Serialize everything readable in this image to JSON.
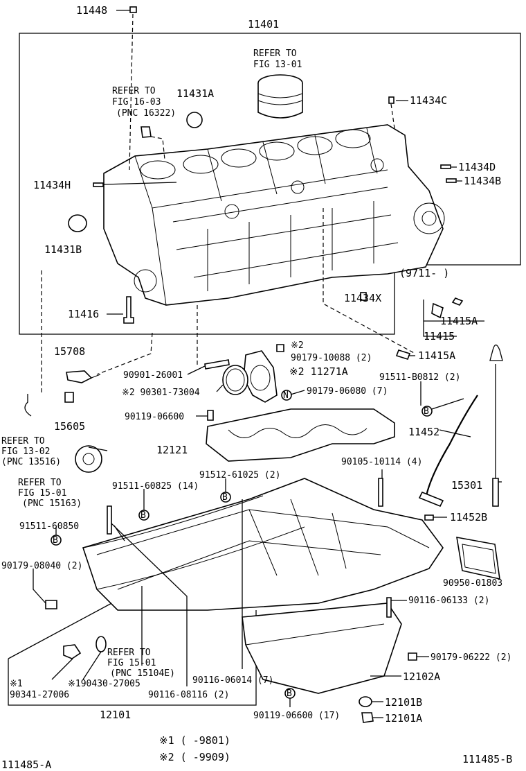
{
  "labels": {
    "l11448": "11448",
    "l11401": "11401",
    "refer_fig_13_01": [
      "REFER TO",
      "FIG 13-01"
    ],
    "refer_fig_16_03": [
      "REFER TO",
      "FIG 16-03",
      "(PNC 16322)"
    ],
    "l11431A": "11431A",
    "l11434C": "11434C",
    "l11434H": "11434H",
    "l11434D": "11434D",
    "l11434B": "11434B",
    "l11431B": "11431B",
    "date_range_9711": "(9711-      )",
    "l11434X": "11434X",
    "l11416": "11416",
    "l11415A_a": "11415A",
    "l11415": "11415",
    "l15708": "15708",
    "mark2_a": "※2",
    "p90179_10088": "90179-10088 (2)",
    "p11415A_b": "11415A",
    "p90901_26001": "90901-26001",
    "p11271A": "※2 11271A",
    "p91511_B0812": "91511-B0812 (2)",
    "p90301_73004": "※2  90301-73004",
    "p90179_06080": "90179-06080 (7)",
    "p90119_06600_a": "90119-06600",
    "l15605": "15605",
    "refer_fig_13_02": [
      "REFER TO",
      "FIG 13-02",
      "(PNC 13516)"
    ],
    "l12121": "12121",
    "l11452": "11452",
    "refer_fig_15_01_a": [
      "REFER TO",
      "FIG 15-01",
      "(PNC 15163)"
    ],
    "p91511_60825": "91511-60825 (14)",
    "p91512_61025": "91512-61025 (2)",
    "p90105_10114": "90105-10114 (4)",
    "l15301": "15301",
    "p91511_60850": "91511-60850",
    "l11452B": "11452B",
    "p90179_08040": "90179-08040 (2)",
    "p90950_01803": "90950-01803",
    "p90116_06133": "90116-06133 (2)",
    "refer_fig_15_01_b": [
      "REFER TO",
      "FIG 15-01",
      "(PNC 15104E)"
    ],
    "p90179_06222": "90179-06222 (2)",
    "mark1_a": "※1",
    "p90341_27006": "90341-27006",
    "p90430_27005": "※190430-27005",
    "p90116_06014": "90116-06014 (7)",
    "l12102A": "12102A",
    "p90116_08116": "90116-08116 (2)",
    "l12101B": "12101B",
    "l12101": "12101",
    "p90119_06600_b": "90119-06600 (17)",
    "l12101A": "12101A",
    "legend1": "※1 (     -9801)",
    "legend2": "※2 (     -9909)",
    "footer_left": "111485-A",
    "footer_right": "111485-B",
    "badge_b": "B",
    "badge_n": "N"
  }
}
